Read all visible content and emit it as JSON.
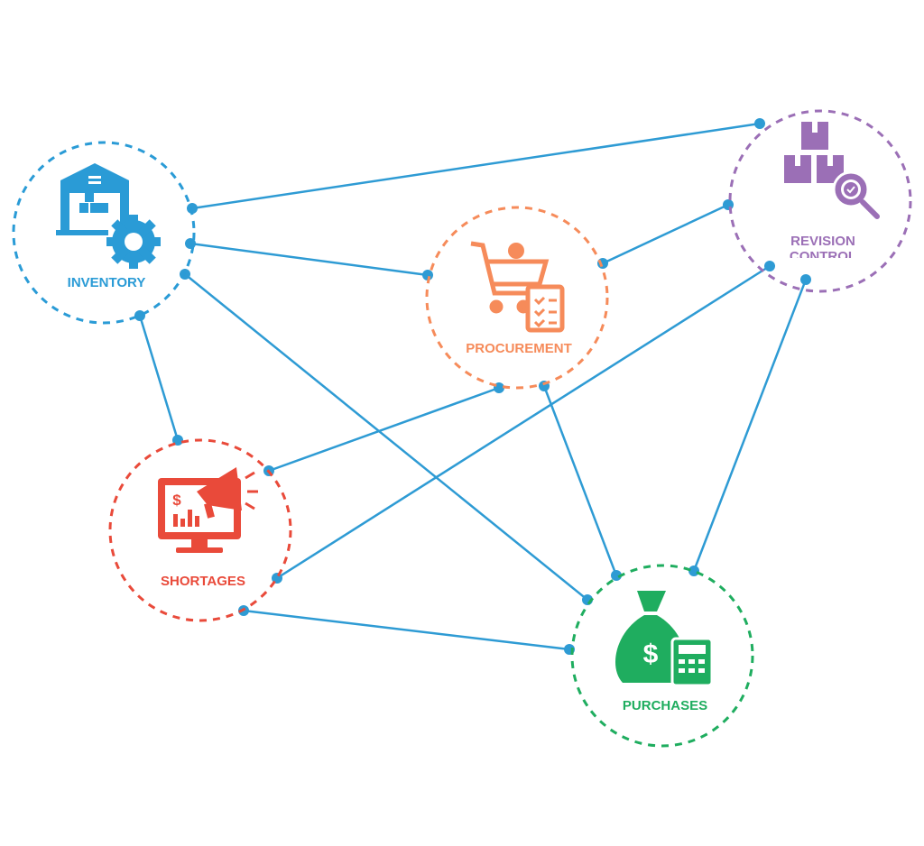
{
  "nodes": [
    {
      "id": "inventory",
      "label": "INVENTORY",
      "color": "#2a9bd6",
      "icon": "warehouse-gear-icon"
    },
    {
      "id": "procurement",
      "label": "PROCUREMENT",
      "color": "#f68b5a",
      "icon": "cart-checklist-icon"
    },
    {
      "id": "revision",
      "label": "REVISION",
      "label2": "CONTROL",
      "color": "#9b6fb6",
      "icon": "boxes-magnifier-check-icon"
    },
    {
      "id": "shortages",
      "label": "SHORTAGES",
      "color": "#e94a3a",
      "icon": "monitor-megaphone-icon"
    },
    {
      "id": "purchases",
      "label": "PURCHASES",
      "color": "#1fad5f",
      "icon": "money-bag-calculator-icon"
    }
  ],
  "connections": [
    [
      "inventory",
      "revision"
    ],
    [
      "inventory",
      "procurement"
    ],
    [
      "inventory",
      "purchases"
    ],
    [
      "inventory",
      "shortages"
    ],
    [
      "procurement",
      "revision"
    ],
    [
      "procurement",
      "shortages"
    ],
    [
      "procurement",
      "purchases"
    ],
    [
      "revision",
      "shortages"
    ],
    [
      "revision",
      "purchases"
    ],
    [
      "shortages",
      "purchases"
    ]
  ],
  "line_color": "#2e9bd4"
}
